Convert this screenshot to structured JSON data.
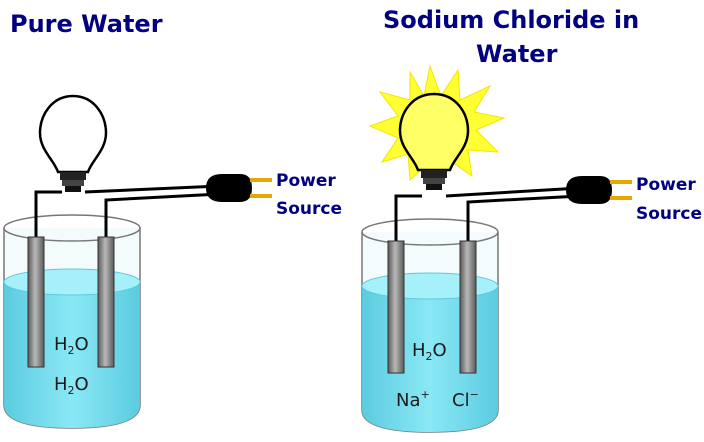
{
  "left": {
    "title": "Pure Water",
    "power_label_1": "Power",
    "power_label_2": "Source",
    "molecule_1_main": "H",
    "molecule_1_sub": "2",
    "molecule_1_tail": "O",
    "molecule_2_main": "H",
    "molecule_2_sub": "2",
    "molecule_2_tail": "O"
  },
  "right": {
    "title_line_1": "Sodium Chloride  in",
    "title_line_2": "Water",
    "power_label_1": "Power",
    "power_label_2": "Source",
    "molecule_main": "H",
    "molecule_sub": "2",
    "molecule_tail": "O",
    "ion_na": "Na",
    "ion_na_charge": "+",
    "ion_cl": "Cl",
    "ion_cl_charge": "−"
  },
  "colors": {
    "water": "#7fe3f2",
    "water_dark": "#5cc8da",
    "electrode": "#8a8a8a",
    "prong": "#e6a800",
    "glow": "#ffff33",
    "bulb_lit": "#ffff66"
  }
}
